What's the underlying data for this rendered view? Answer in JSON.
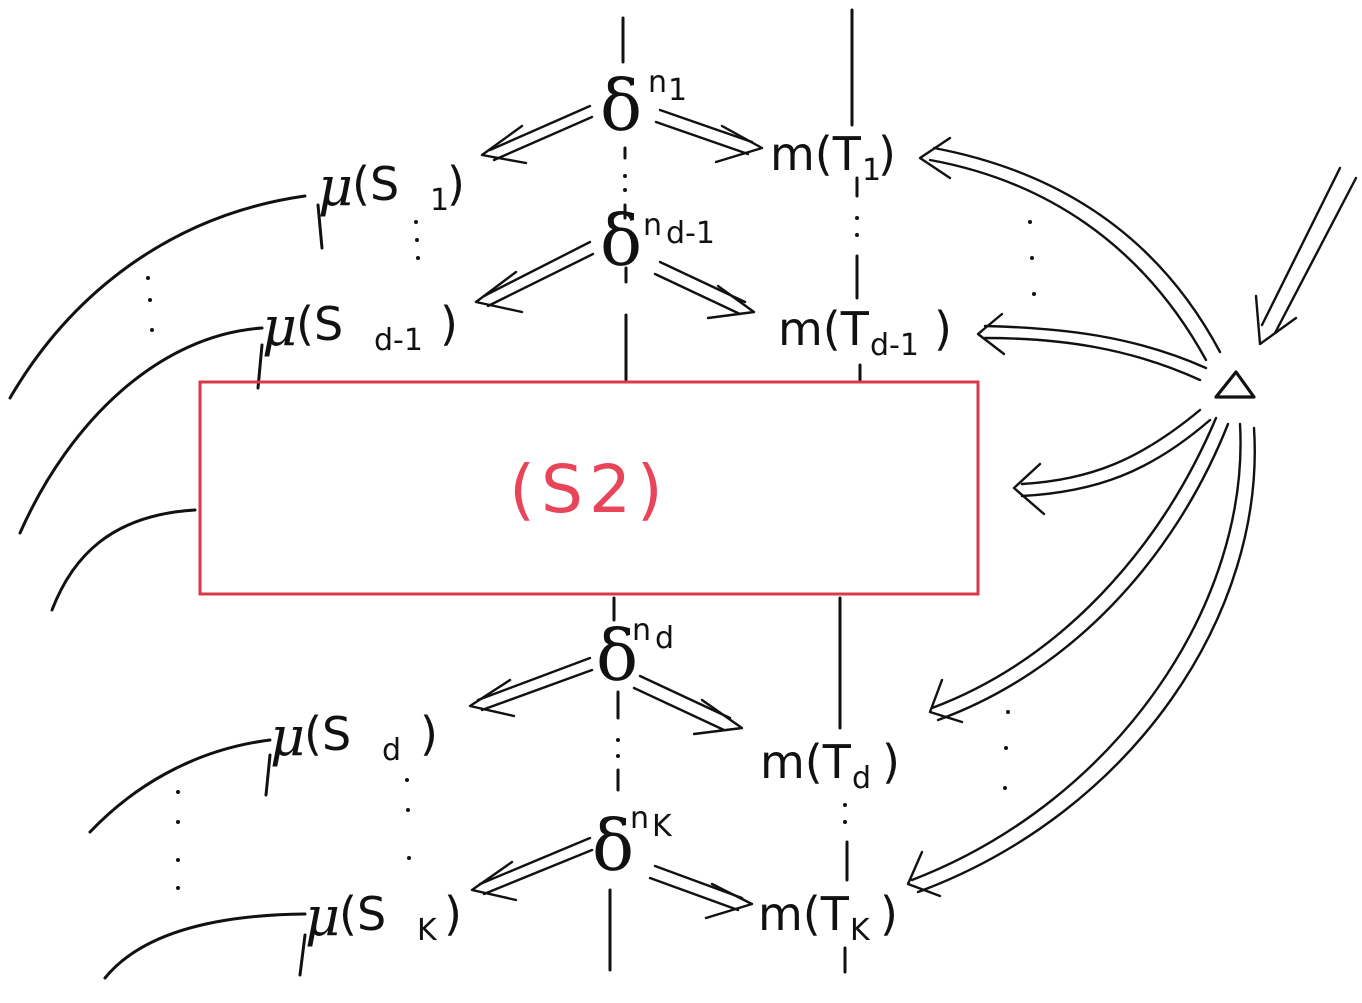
{
  "box": {
    "label": "(S2)",
    "color": "#d83a4a"
  },
  "delta_symbol": "δ",
  "mu_symbol": "μ",
  "apex_symbol": "△",
  "levels": [
    {
      "exp": "n",
      "exp_sub": "1",
      "s_sub": "1",
      "t_sub": "1"
    },
    {
      "exp": "n",
      "exp_sub": "d-1",
      "s_sub": "d-1",
      "t_sub": "d-1"
    },
    {
      "exp": "n",
      "exp_sub": "d",
      "s_sub": "d",
      "t_sub": "d"
    },
    {
      "exp": "n",
      "exp_sub": "K",
      "s_sub": "K",
      "t_sub": "K"
    }
  ],
  "s_label": {
    "open": "(S",
    "close": ")"
  },
  "t_label": {
    "prefix": "m(T",
    "close": ")"
  }
}
